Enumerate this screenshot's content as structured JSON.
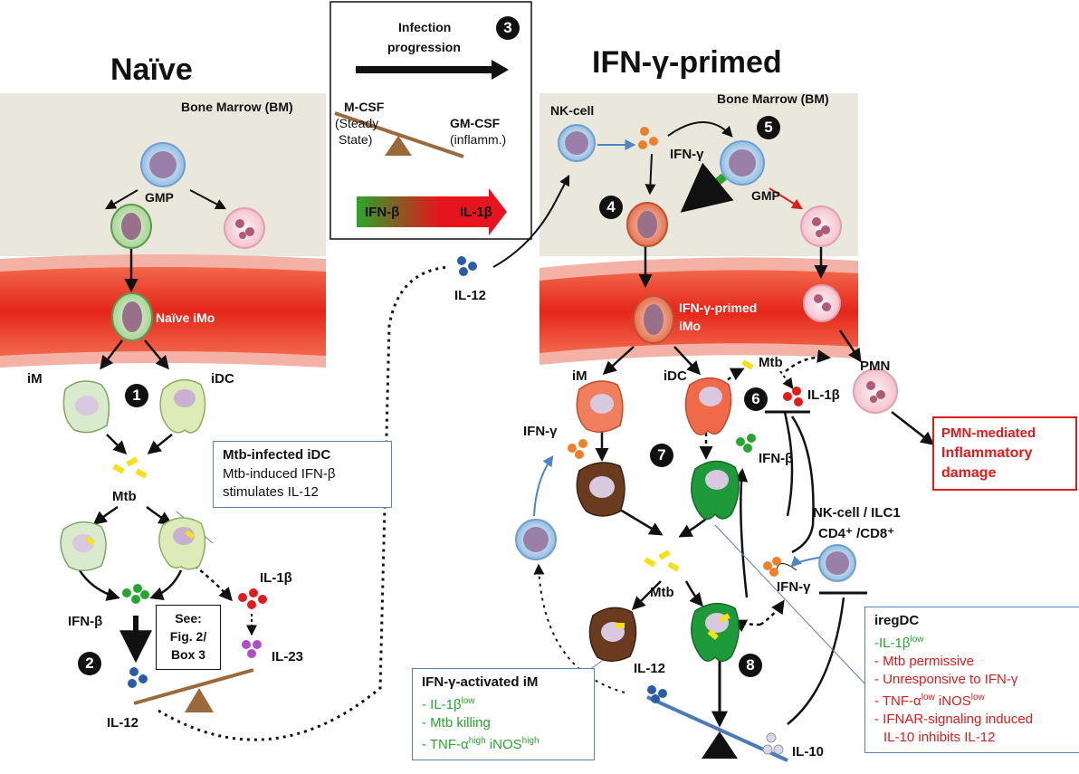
{
  "titles": {
    "naive": "Naïve",
    "primed": "IFN-γ-primed"
  },
  "bm": {
    "left": "Bone Marrow (BM)",
    "right": "Bone Marrow (BM)"
  },
  "progress": {
    "title_line1": "Infection",
    "title_line2": "progression",
    "mcsf": "M-CSF",
    "mcsf_sub1": "(Steady",
    "mcsf_sub2": "State)",
    "gmcsf": "GM-CSF",
    "gmcsf_sub": "(inflamm.)",
    "ifnb": "IFN-β",
    "il1b": "IL-1β",
    "num": "3"
  },
  "left": {
    "gmp": "GMP",
    "naive_imo": "Naïve iMo",
    "im": "iM",
    "idc": "iDC",
    "mtb": "Mtb",
    "ifnb": "IFN-β",
    "il1b": "IL-1β",
    "il23": "IL-23",
    "il12": "IL-12",
    "see_line1": "See:",
    "see_line2": "Fig. 2/",
    "see_line3": "Box 3",
    "n1": "1",
    "n2": "2",
    "infected_box": {
      "title": "Mtb-infected iDC",
      "line1": "Mtb-induced IFN-β",
      "line2": "stimulates IL-12"
    }
  },
  "middle": {
    "il12": "IL-12"
  },
  "right": {
    "nk_cell": "NK-cell",
    "ifng_top": "IFN-γ",
    "gmp": "GMP",
    "primed_imo_line1": "IFN-γ-primed",
    "primed_imo_line2": "iMo",
    "pmn": "PMN",
    "im": "iM",
    "idc": "iDC",
    "mtb_top": "Mtb",
    "il1b": "IL-1β",
    "ifng_left": "IFN-γ",
    "ifnb": "IFN-β",
    "nk_ilc": "NK-cell / ILC1",
    "cd": "CD4⁺ /CD8⁺",
    "mtb": "Mtb",
    "ifng_mid": "IFN-γ",
    "il12": "IL-12",
    "il10": "IL-10",
    "n4": "4",
    "n5": "5",
    "n6": "6",
    "n7": "7",
    "n8": "8",
    "pmn_box": {
      "line1": "PMN-mediated",
      "line2": "Inflammatory",
      "line3": "damage"
    },
    "activated_box": {
      "title": "IFN-γ-activated iM",
      "l1": "- IL-1β",
      "l1sup": "low",
      "l2": "- Mtb killing",
      "l3a": "- TNF-α",
      "l3sup1": "high",
      "l3b": " iNOS",
      "l3sup2": "high"
    },
    "ireg_box": {
      "title": "iregDC",
      "l1": "-IL-1β",
      "l1sup": "low",
      "l2": "- Mtb permissive",
      "l3": "- Unresponsive to IFN-γ",
      "l4a": "- TNF-α",
      "l4sup1": "low",
      "l4b": " iNOS",
      "l4sup2": "low",
      "l5": "- IFNAR-signaling induced",
      "l6": "IL-10 inhibits IL-12"
    }
  },
  "colors": {
    "bm_bg": "#eae7dc",
    "vessel": "#e8321f",
    "ifnb_green": "#28a530",
    "ifng_orange": "#f07f2a",
    "il12_blue": "#2b5da6",
    "il1b_red": "#e01b1b",
    "il23_purple": "#b04fc4",
    "mtb_yellow": "#f5e11a",
    "seesaw_brown": "#9b6a3a"
  }
}
